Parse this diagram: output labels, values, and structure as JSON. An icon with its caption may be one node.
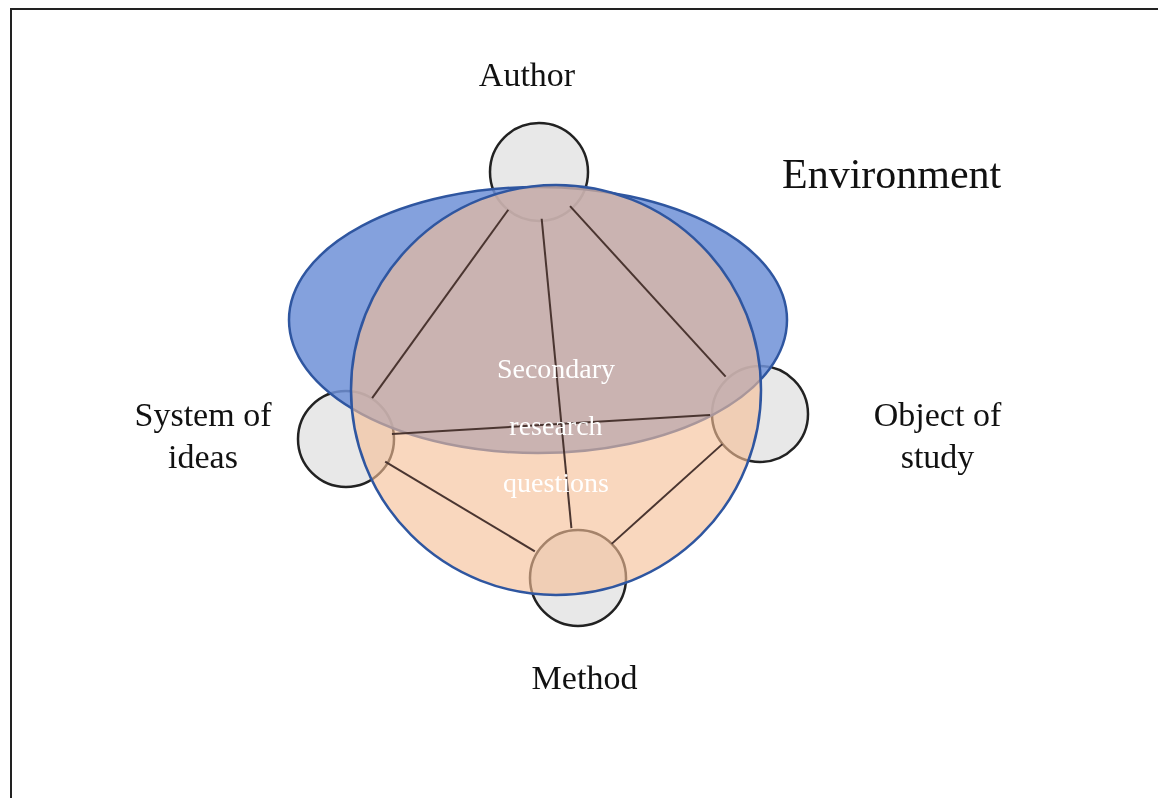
{
  "diagram": {
    "nodes": [
      {
        "text": [
          "Environment"
        ]
      },
      {
        "text": [
          "Author"
        ],
        "in": 0
      },
      {
        "text": [
          "System of ideas"
        ],
        "in": 0
      },
      {
        "text": [
          "Object of study"
        ],
        "in": 0
      },
      {
        "text": [
          "Method"
        ],
        "in": 0
      }
    ],
    "edges": [
      {
        "from": 1,
        "to": 4,
        "arrow": "none"
      },
      {
        "from": 1,
        "to": 2,
        "arrow": "none"
      },
      {
        "from": 1,
        "to": 3,
        "arrow": "none"
      },
      {
        "from": 2,
        "to": 3,
        "arrow": "none"
      },
      {
        "from": 2,
        "to": 4,
        "arrow": "none"
      },
      {
        "from": 4,
        "to": 3,
        "arrow": "none"
      }
    ],
    "labels": [
      "Secondary research questions"
    ]
  }
}
